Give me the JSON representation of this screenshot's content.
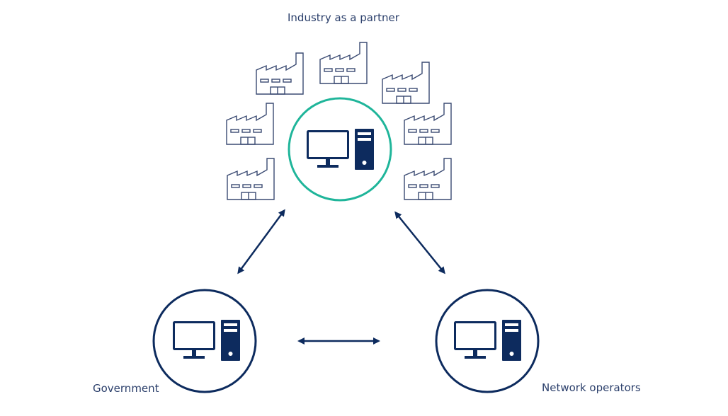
{
  "labels": {
    "industry": "Industry as a partner",
    "government": "Government",
    "network_operators": "Network operators"
  },
  "colors": {
    "navy": "#0d2b5e",
    "teal": "#1fb59a",
    "text": "#2b3f6b",
    "factory_outline": "#3a4a72"
  },
  "nodes": [
    {
      "id": "industry",
      "icon": "desktop-computer-icon",
      "ring_color": "teal"
    },
    {
      "id": "government",
      "icon": "desktop-computer-icon",
      "ring_color": "navy"
    },
    {
      "id": "network_operators",
      "icon": "desktop-computer-icon",
      "ring_color": "navy"
    }
  ],
  "factory_icon": "factory-icon",
  "factory_count": 7,
  "connections": [
    {
      "from": "industry",
      "to": "government",
      "type": "bidirectional-arrow"
    },
    {
      "from": "industry",
      "to": "network_operators",
      "type": "bidirectional-arrow"
    },
    {
      "from": "government",
      "to": "network_operators",
      "type": "bidirectional-arrow"
    }
  ]
}
